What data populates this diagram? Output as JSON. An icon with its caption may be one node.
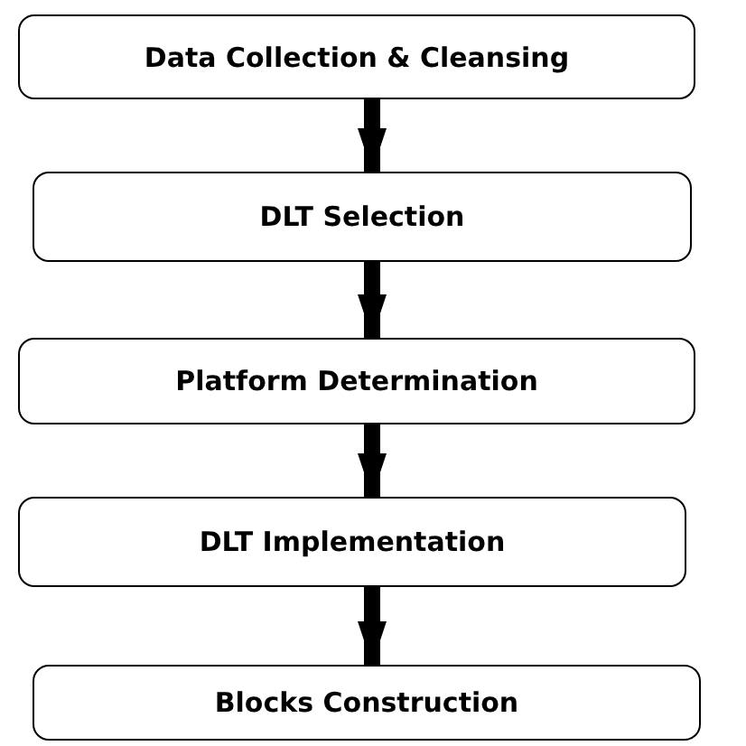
{
  "diagram": {
    "nodes": [
      {
        "text": [
          "Data Collection & Cleansing"
        ]
      },
      {
        "text": [
          "DLT Selection"
        ]
      },
      {
        "text": [
          "Platform Determination"
        ]
      },
      {
        "text": [
          "DLT Implementation"
        ]
      },
      {
        "text": [
          "Blocks Construction"
        ]
      }
    ],
    "edges": [
      {
        "from": 0,
        "to": 1,
        "arrow": "to"
      },
      {
        "from": 1,
        "to": 2,
        "arrow": "to"
      },
      {
        "from": 2,
        "to": 3,
        "arrow": "to"
      },
      {
        "from": 3,
        "to": 4,
        "arrow": "to"
      }
    ]
  }
}
